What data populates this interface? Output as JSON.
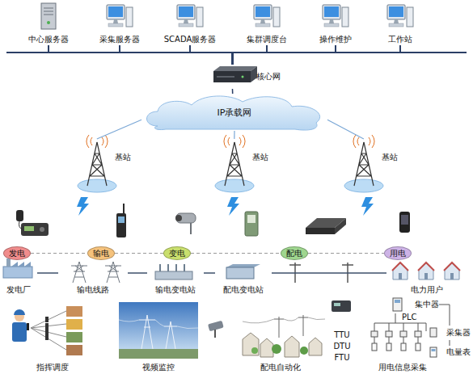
{
  "diagram": {
    "nodes": [
      {
        "text": [
          "中心服务器"
        ]
      },
      {
        "text": [
          "采集服务器"
        ]
      },
      {
        "text": [
          "SCADA服务器"
        ]
      },
      {
        "text": [
          "集群调度台"
        ]
      },
      {
        "text": [
          "操作维护"
        ]
      },
      {
        "text": [
          "工作站"
        ]
      },
      {
        "text": [
          "核心网"
        ]
      },
      {
        "text": [
          "IP承载网"
        ]
      },
      {
        "text": [
          "基站"
        ]
      },
      {
        "text": [
          "基站"
        ]
      },
      {
        "text": [
          "基站"
        ]
      },
      {
        "text": [
          "发电"
        ]
      },
      {
        "text": [
          "输电"
        ]
      },
      {
        "text": [
          "变电"
        ]
      },
      {
        "text": [
          "配电"
        ]
      },
      {
        "text": [
          "用电"
        ]
      },
      {
        "text": [
          "发电厂"
        ]
      },
      {
        "text": [
          "输电线路"
        ]
      },
      {
        "text": [
          "输电变电站"
        ]
      },
      {
        "text": [
          "配电变电站"
        ]
      },
      {
        "text": [
          "电力用户"
        ]
      },
      {
        "text": [
          "指挥调度"
        ]
      },
      {
        "text": [
          "视频监控"
        ]
      },
      {
        "text": [
          "配电自动化"
        ]
      },
      {
        "text": [
          "TTU DTU FTU"
        ]
      },
      {
        "text": [
          "用电信息采集"
        ]
      },
      {
        "text": [
          "集中器"
        ]
      },
      {
        "text": [
          "采集器"
        ]
      },
      {
        "text": [
          "电量表"
        ]
      }
    ],
    "edges": [
      {
        "from": 0,
        "to": 6,
        "arrow": "none"
      },
      {
        "from": 1,
        "to": 6,
        "arrow": "none"
      },
      {
        "from": 2,
        "to": 6,
        "arrow": "none"
      },
      {
        "from": 3,
        "to": 6,
        "arrow": "none"
      },
      {
        "from": 4,
        "to": 6,
        "arrow": "none"
      },
      {
        "from": 5,
        "to": 6,
        "arrow": "none"
      },
      {
        "from": 6,
        "to": 7,
        "arrow": "none"
      },
      {
        "from": 7,
        "to": 8,
        "arrow": "none"
      },
      {
        "from": 7,
        "to": 9,
        "arrow": "none"
      },
      {
        "from": 7,
        "to": 10,
        "arrow": "none"
      },
      {
        "from": 11,
        "to": 12,
        "arrow": "none"
      },
      {
        "from": 12,
        "to": 13,
        "arrow": "none"
      },
      {
        "from": 13,
        "to": 14,
        "arrow": "none"
      },
      {
        "from": 14,
        "to": 15,
        "arrow": "none"
      },
      {
        "from": 16,
        "to": 17,
        "arrow": "none"
      },
      {
        "from": 17,
        "to": 18,
        "arrow": "none"
      },
      {
        "from": 18,
        "to": 19,
        "arrow": "none"
      },
      {
        "from": 19,
        "to": 20,
        "arrow": "none"
      },
      {
        "from": 26,
        "to": 27,
        "arrow": "none"
      },
      {
        "from": 27,
        "to": 28,
        "arrow": "none"
      }
    ],
    "labels": [
      "PLC"
    ]
  }
}
